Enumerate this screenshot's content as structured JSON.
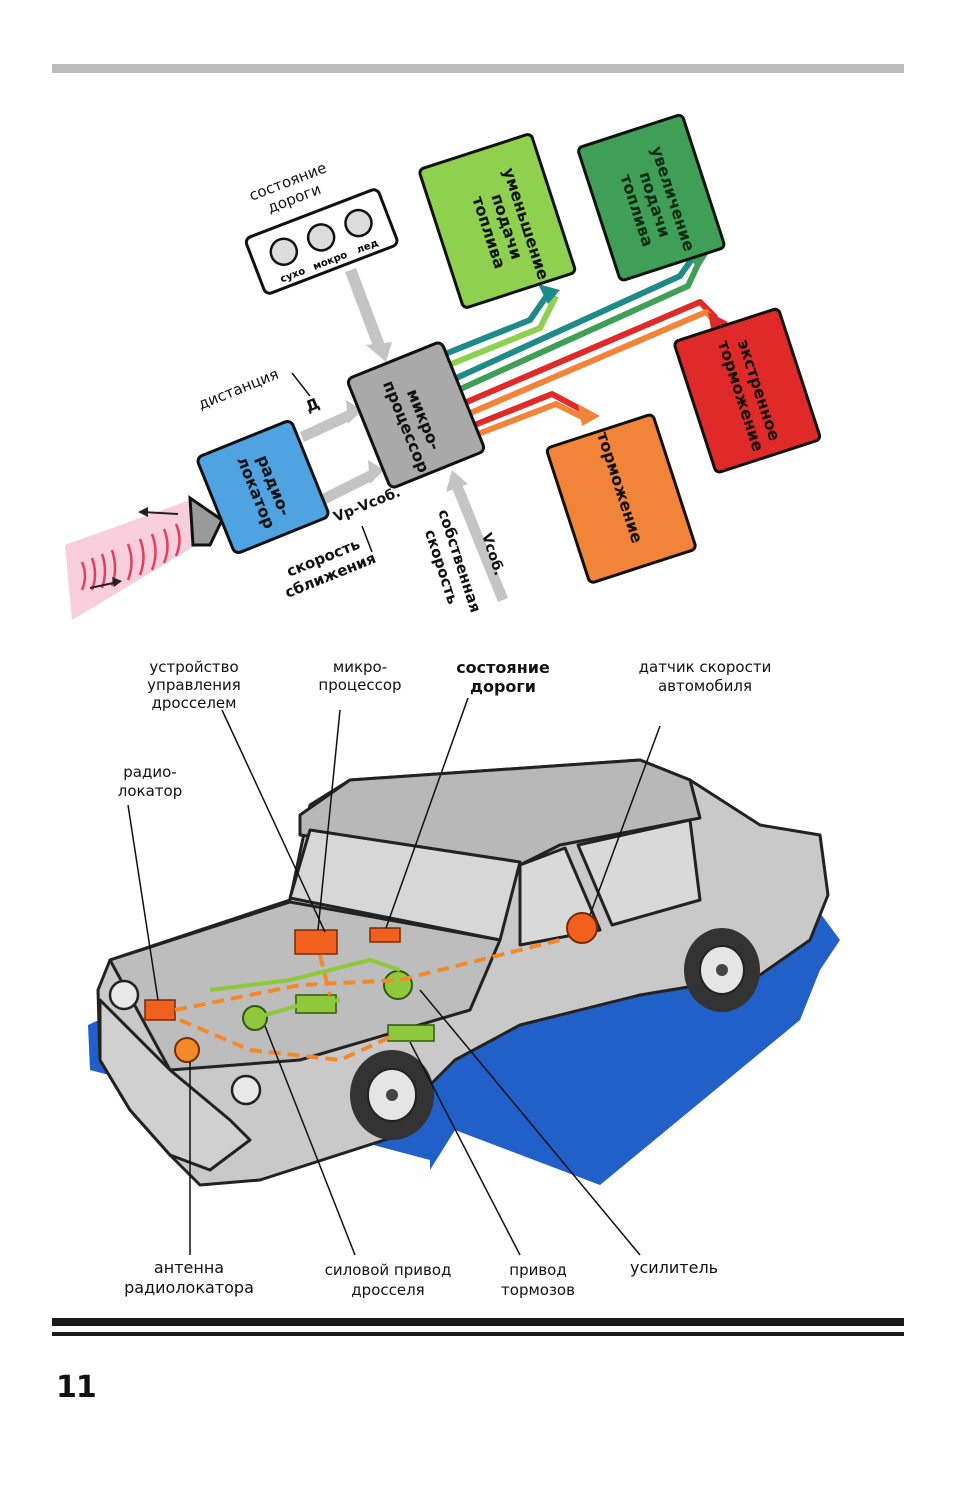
{
  "diagram": {
    "road_state_label": "состояние дороги",
    "road_state_options": [
      "сухо",
      "мокро",
      "лед"
    ],
    "fuel_decrease": "уменьшение подачи топлива",
    "fuel_increase": "увеличение подачи топлива",
    "emergency_braking": "экстренное торможение",
    "braking": "торможение",
    "microprocessor": "микро-процессор",
    "radar": "радио-локатор",
    "distance_label": "дистанция",
    "distance_symbol": "Д",
    "closing_speed_formula": "Vр-Vсоб.",
    "closing_speed_label": "скорость сближения",
    "own_speed_symbol": "Vсоб.",
    "own_speed_label": "собственная скорость"
  },
  "car_labels": {
    "throttle_control": "устройство управления дросселем",
    "microprocessor": "микро-процессор",
    "road_state": "состояние дороги",
    "speed_sensor": "датчик скорости автомобиля",
    "radar": "радио-локатор",
    "antenna": "антенна радиолокатора",
    "throttle_actuator": "силовой привод дросселя",
    "brake_actuator": "привод тормозов",
    "amplifier": "усилитель"
  },
  "page_number": "11",
  "colors": {
    "radar_box": "#4fa3e0",
    "processor_box": "#a9a9a9",
    "fuel_decrease_box": "#8fd14f",
    "fuel_increase_box": "#3f9f57",
    "emergency_box": "#e02a2a",
    "braking_box": "#f2843a",
    "road_plane": "#2060c8",
    "car_body": "#c9c9c9"
  }
}
